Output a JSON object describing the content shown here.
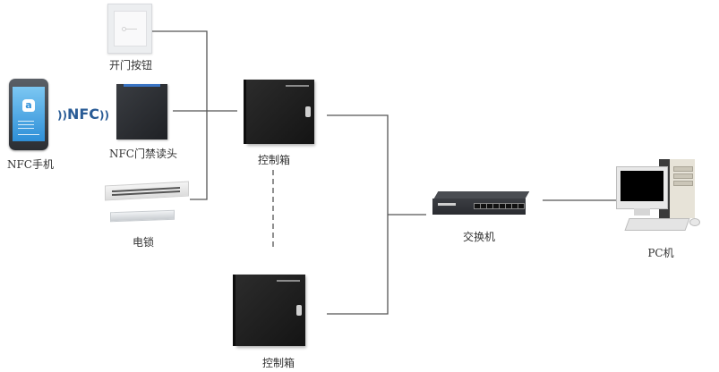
{
  "diagram": {
    "title": "NFC门禁系统拓扑",
    "nodes": [
      {
        "id": "nfc-phone",
        "label": "NFC手机"
      },
      {
        "id": "nfc-reader",
        "label": "NFC门禁读头"
      },
      {
        "id": "exit-button",
        "label": "开门按钮"
      },
      {
        "id": "electric-lock",
        "label": "电锁"
      },
      {
        "id": "controller-1",
        "label": "控制箱"
      },
      {
        "id": "controller-2",
        "label": "控制箱"
      },
      {
        "id": "network-switch",
        "label": "交换机"
      },
      {
        "id": "pc",
        "label": "PC机"
      }
    ],
    "nfc_badge": "NFC",
    "edges": [
      {
        "from": "nfc-phone",
        "to": "nfc-reader",
        "style": "wireless"
      },
      {
        "from": "exit-button",
        "to": "controller-1",
        "style": "solid"
      },
      {
        "from": "nfc-reader",
        "to": "controller-1",
        "style": "solid"
      },
      {
        "from": "electric-lock",
        "to": "controller-1",
        "style": "solid"
      },
      {
        "from": "controller-1",
        "to": "controller-2",
        "style": "dashed"
      },
      {
        "from": "controller-1",
        "to": "network-switch",
        "style": "solid"
      },
      {
        "from": "controller-2",
        "to": "network-switch",
        "style": "solid"
      },
      {
        "from": "network-switch",
        "to": "pc",
        "style": "solid"
      }
    ],
    "colors": {
      "wire": "#555555",
      "nfc_text": "#2a5c96",
      "reader_led": "#3a74c4"
    }
  }
}
